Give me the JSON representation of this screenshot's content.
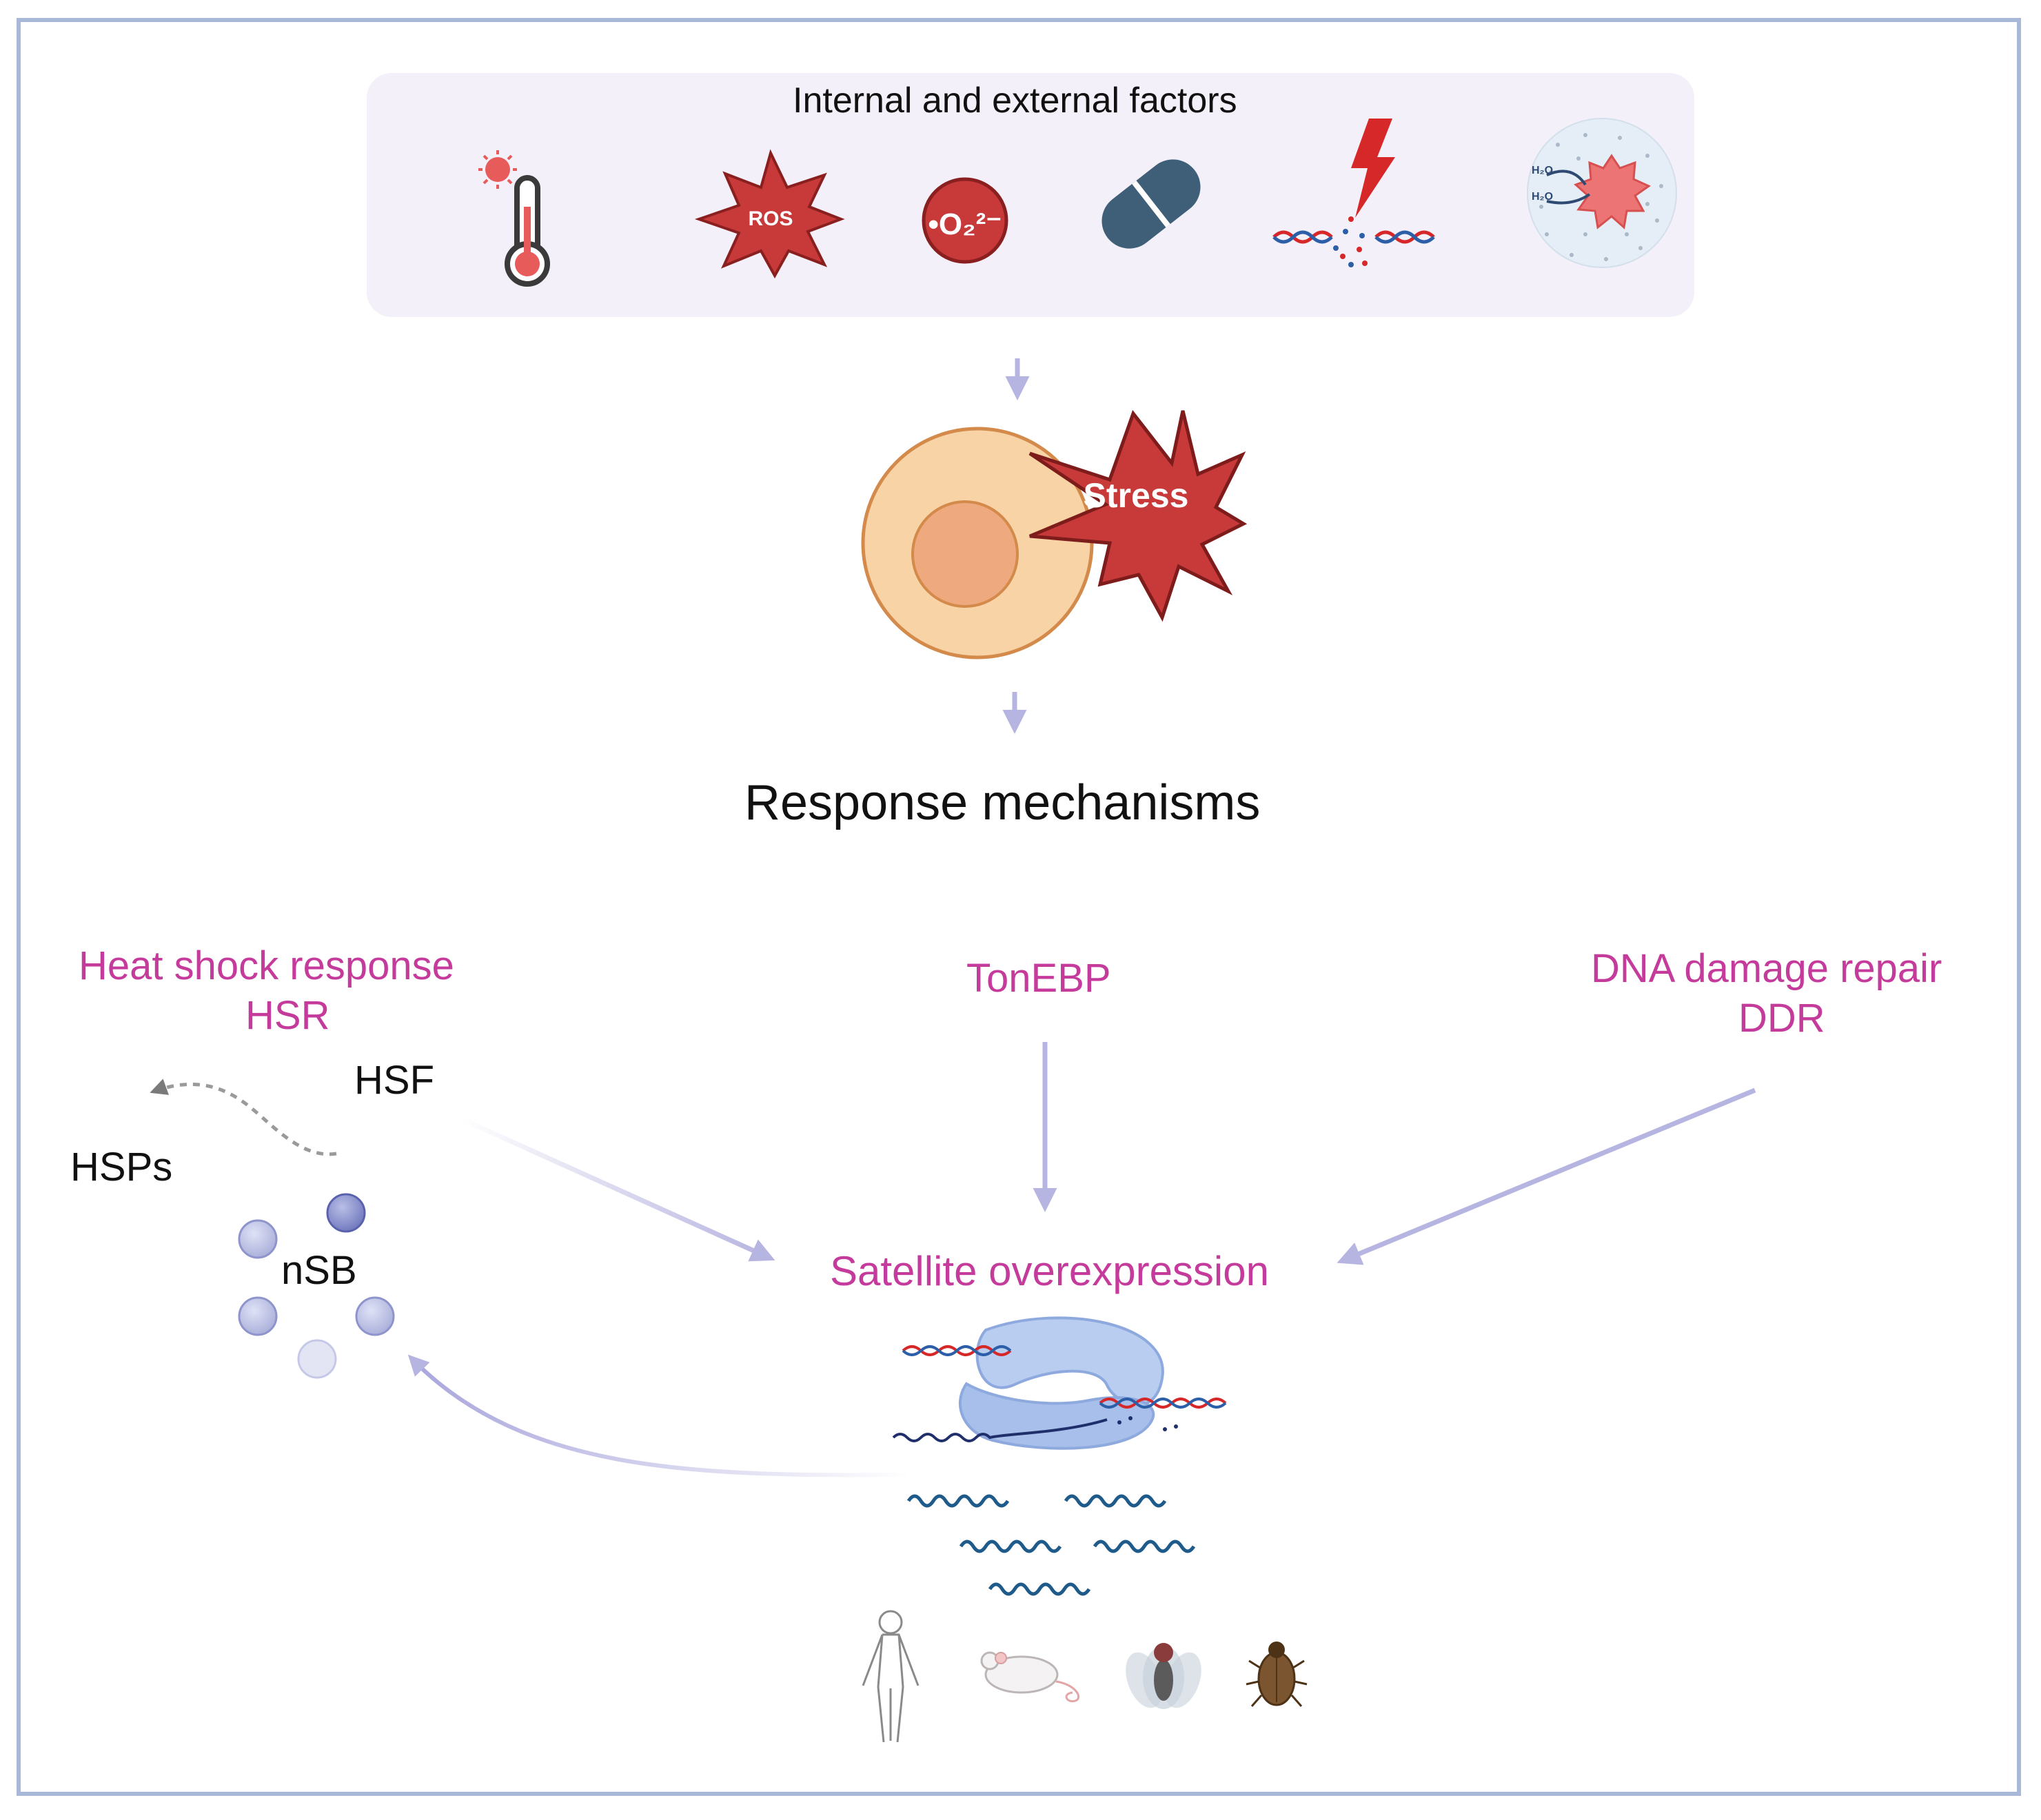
{
  "factors": {
    "title": "Internal and external factors",
    "icons": [
      "thermometer-icon",
      "ros-burst-icon",
      "superoxide-icon",
      "pill-icon",
      "dna-damage-lightning-icon",
      "osmotic-cell-icon"
    ],
    "ros_label": "ROS",
    "superoxide_label": "•O₂²⁻",
    "water_label_1": "H₂O",
    "water_label_2": "H₂O"
  },
  "stress": {
    "label": "Stress"
  },
  "response": {
    "title": "Response mechanisms"
  },
  "pathways": {
    "hsr_line1": "Heat shock response",
    "hsr_line2": "HSR",
    "tonebp": "TonEBP",
    "ddr_line1": "DNA damage repair",
    "ddr_line2": "DDR",
    "hsf": "HSF",
    "hsps": "HSPs",
    "nsb": "nSB"
  },
  "outcome": {
    "label": "Satellite overexpression"
  },
  "organisms": [
    "human-icon",
    "mouse-icon",
    "fly-icon",
    "beetle-icon"
  ],
  "colors": {
    "pathway_text": "#c43b9c",
    "arrow": "#b6b4e0",
    "stress_red": "#c83a3a",
    "cell_fill": "#f7d3a6",
    "frame": "#a9b7d8",
    "factors_bg": "#f3f0f9"
  }
}
